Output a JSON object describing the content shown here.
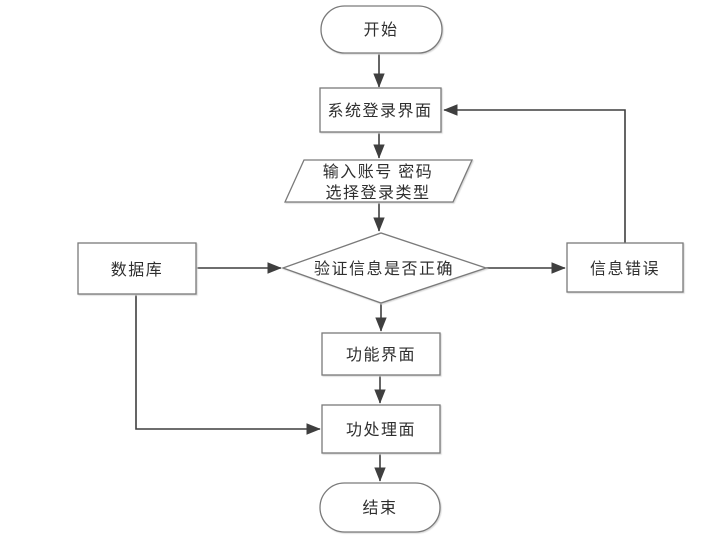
{
  "diagram": {
    "type": "flowchart",
    "background": "#ffffff",
    "colors": {
      "shape_fill": "#ffffff",
      "shape_border": "#7a7a7a",
      "connector": "#3f3f3f",
      "text": "#2f2f2f",
      "shadow": "#d6d6d6"
    },
    "nodes": {
      "start": {
        "label": "开始",
        "shape": "terminator"
      },
      "login": {
        "label": "系统登录界面",
        "shape": "process"
      },
      "input": {
        "label_line1": "输入账号 密码",
        "label_line2": "选择登录类型",
        "shape": "input-output"
      },
      "decision": {
        "label": "验证信息是否正确",
        "shape": "decision"
      },
      "database": {
        "label": "数据库",
        "shape": "process"
      },
      "error": {
        "label": "信息错误",
        "shape": "process"
      },
      "function": {
        "label": "功能界面",
        "shape": "process"
      },
      "process": {
        "label": "功处理面",
        "shape": "process"
      },
      "end": {
        "label": "结束",
        "shape": "terminator"
      }
    },
    "edges": [
      {
        "from": "start",
        "to": "login"
      },
      {
        "from": "login",
        "to": "input"
      },
      {
        "from": "input",
        "to": "decision"
      },
      {
        "from": "decision",
        "to": "function"
      },
      {
        "from": "decision",
        "to": "error"
      },
      {
        "from": "error",
        "to": "login"
      },
      {
        "from": "database",
        "to": "decision"
      },
      {
        "from": "database",
        "to": "process"
      },
      {
        "from": "function",
        "to": "process"
      },
      {
        "from": "process",
        "to": "end"
      }
    ]
  }
}
